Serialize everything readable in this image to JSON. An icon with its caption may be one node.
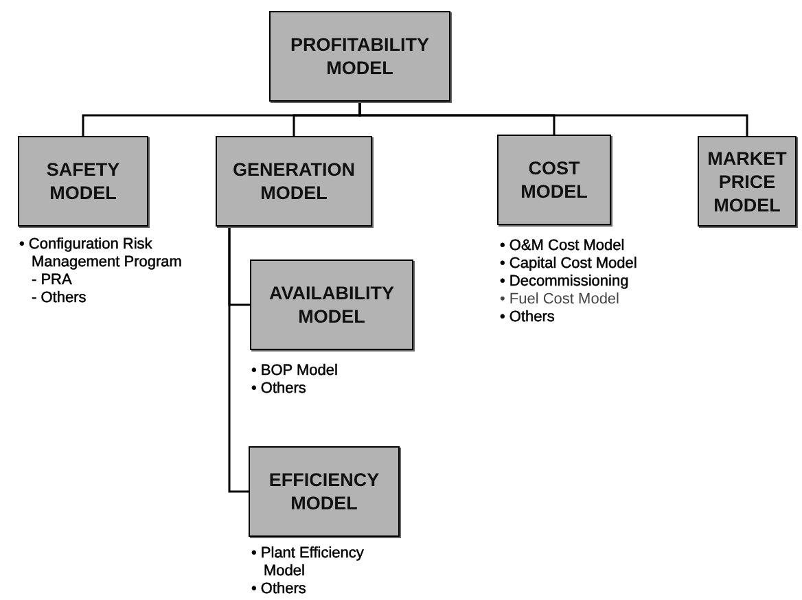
{
  "diagram": {
    "nodes": [
      {
        "text": [
          "PROFITABILITY MODEL"
        ]
      },
      {
        "text": [
          "SAFETY MODEL"
        ],
        "beside": [
          "• Configuration Risk Management Program",
          "- PRA",
          "- Others"
        ]
      },
      {
        "text": [
          "GENERATION MODEL"
        ]
      },
      {
        "text": [
          "COST MODEL"
        ],
        "beside": [
          "• O&M Cost Model",
          "• Capital Cost Model",
          "• Decommissioning",
          "• Fuel Cost Model",
          "• Others"
        ]
      },
      {
        "text": [
          "MARKET PRICE MODEL"
        ]
      },
      {
        "text": [
          "AVAILABILITY MODEL"
        ],
        "beside": [
          "• BOP Model",
          "• Others"
        ]
      },
      {
        "text": [
          "EFFICIENCY MODEL"
        ],
        "beside": [
          "• Plant Efficiency Model",
          "• Others"
        ]
      }
    ],
    "edges": [
      {
        "from": 0,
        "to": 1,
        "arrow": "none"
      },
      {
        "from": 0,
        "to": 2,
        "arrow": "none"
      },
      {
        "from": 0,
        "to": 3,
        "arrow": "none"
      },
      {
        "from": 0,
        "to": 4,
        "arrow": "none"
      },
      {
        "from": 2,
        "to": 5,
        "arrow": "none"
      },
      {
        "from": 2,
        "to": 6,
        "arrow": "none"
      }
    ]
  }
}
